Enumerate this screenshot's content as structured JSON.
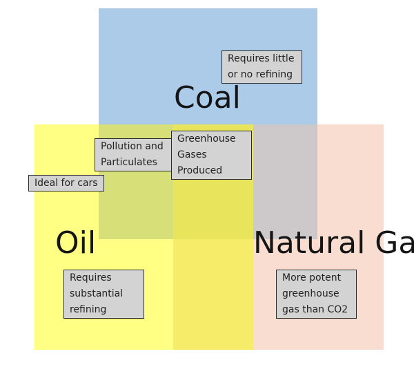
{
  "diagram": {
    "categories": {
      "coal": "Coal",
      "oil": "Oil",
      "natural_gas": "Natural Gas"
    },
    "callouts": {
      "coal_refining": "Requires little\nor no refining",
      "pollution": "Pollution and\nParticulates",
      "greenhouse": "Greenhouse\nGases\nProduced",
      "cars": "Ideal for cars",
      "oil_refining": "Requires\nsubstantial\nrefining",
      "potent": "More potent\ngreenhouse\ngas than CO2"
    },
    "colors": {
      "coal": "#ACCBE9",
      "oil": "#FFFF84",
      "natural_gas": "#F8DDD0",
      "callout_fill": "#D3D3D3"
    }
  }
}
